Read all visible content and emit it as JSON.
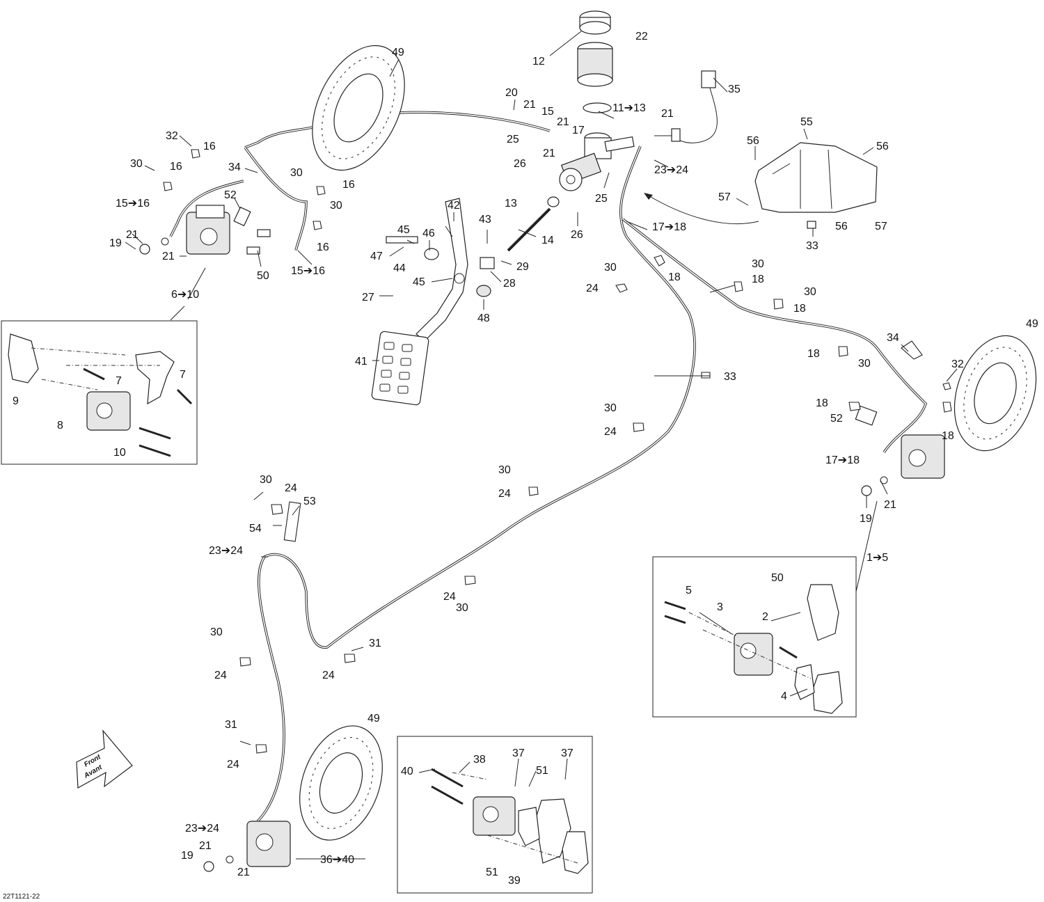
{
  "callouts": [
    {
      "id": "c49a",
      "text": "49"
    },
    {
      "id": "c12",
      "text": "12"
    },
    {
      "id": "c22",
      "text": "22"
    },
    {
      "id": "c20",
      "text": "20"
    },
    {
      "id": "c21a",
      "text": "21"
    },
    {
      "id": "c15a",
      "text": "15"
    },
    {
      "id": "c21b",
      "text": "21"
    },
    {
      "id": "c17a",
      "text": "17"
    },
    {
      "id": "c11_13",
      "text": "11➔13"
    },
    {
      "id": "c21c",
      "text": "21"
    },
    {
      "id": "c35",
      "text": "35"
    },
    {
      "id": "c25a",
      "text": "25"
    },
    {
      "id": "c21d",
      "text": "21"
    },
    {
      "id": "c26a",
      "text": "26"
    },
    {
      "id": "c25b",
      "text": "25"
    },
    {
      "id": "c23_24a",
      "text": "23➔24"
    },
    {
      "id": "c13",
      "text": "13"
    },
    {
      "id": "c26b",
      "text": "26"
    },
    {
      "id": "c42",
      "text": "42"
    },
    {
      "id": "c43",
      "text": "43"
    },
    {
      "id": "c14",
      "text": "14"
    },
    {
      "id": "c45a",
      "text": "45"
    },
    {
      "id": "c46",
      "text": "46"
    },
    {
      "id": "c47",
      "text": "47"
    },
    {
      "id": "c44",
      "text": "44"
    },
    {
      "id": "c45b",
      "text": "45"
    },
    {
      "id": "c29",
      "text": "29"
    },
    {
      "id": "c28",
      "text": "28"
    },
    {
      "id": "c27",
      "text": "27"
    },
    {
      "id": "c48",
      "text": "48"
    },
    {
      "id": "c41",
      "text": "41"
    },
    {
      "id": "c32a",
      "text": "32"
    },
    {
      "id": "c16a",
      "text": "16"
    },
    {
      "id": "c30a",
      "text": "30"
    },
    {
      "id": "c16b",
      "text": "16"
    },
    {
      "id": "c34a",
      "text": "34"
    },
    {
      "id": "c30b",
      "text": "30"
    },
    {
      "id": "c16c",
      "text": "16"
    },
    {
      "id": "c52a",
      "text": "52"
    },
    {
      "id": "c30c",
      "text": "30"
    },
    {
      "id": "c15_16a",
      "text": "15➔16"
    },
    {
      "id": "c16d",
      "text": "16"
    },
    {
      "id": "c21e",
      "text": "21"
    },
    {
      "id": "c19a",
      "text": "19"
    },
    {
      "id": "c21f",
      "text": "21"
    },
    {
      "id": "c50a",
      "text": "50"
    },
    {
      "id": "c15_16b",
      "text": "15➔16"
    },
    {
      "id": "c6_10",
      "text": "6➔10"
    },
    {
      "id": "c7a",
      "text": "7"
    },
    {
      "id": "c7b",
      "text": "7"
    },
    {
      "id": "c9",
      "text": "9"
    },
    {
      "id": "c8",
      "text": "8"
    },
    {
      "id": "c10",
      "text": "10"
    },
    {
      "id": "c55",
      "text": "55"
    },
    {
      "id": "c56a",
      "text": "56"
    },
    {
      "id": "c56b",
      "text": "56"
    },
    {
      "id": "c57a",
      "text": "57"
    },
    {
      "id": "c56c",
      "text": "56"
    },
    {
      "id": "c57b",
      "text": "57"
    },
    {
      "id": "c33a",
      "text": "33"
    },
    {
      "id": "c17_18a",
      "text": "17➔18"
    },
    {
      "id": "c30d",
      "text": "30"
    },
    {
      "id": "c18a",
      "text": "18"
    },
    {
      "id": "c24a",
      "text": "24"
    },
    {
      "id": "c30e",
      "text": "30"
    },
    {
      "id": "c18b",
      "text": "18"
    },
    {
      "id": "c30f",
      "text": "30"
    },
    {
      "id": "c18c",
      "text": "18"
    },
    {
      "id": "c33b",
      "text": "33"
    },
    {
      "id": "c34b",
      "text": "34"
    },
    {
      "id": "c49b",
      "text": "49"
    },
    {
      "id": "c18d",
      "text": "18"
    },
    {
      "id": "c30g",
      "text": "30"
    },
    {
      "id": "c32b",
      "text": "32"
    },
    {
      "id": "c18e",
      "text": "18"
    },
    {
      "id": "c52b",
      "text": "52"
    },
    {
      "id": "c18f",
      "text": "18"
    },
    {
      "id": "c17_18b",
      "text": "17➔18"
    },
    {
      "id": "c19b",
      "text": "19"
    },
    {
      "id": "c21g",
      "text": "21"
    },
    {
      "id": "c30h",
      "text": "30"
    },
    {
      "id": "c24b",
      "text": "24"
    },
    {
      "id": "c30i",
      "text": "30"
    },
    {
      "id": "c24c",
      "text": "24"
    },
    {
      "id": "c30j",
      "text": "30"
    },
    {
      "id": "c24d",
      "text": "24"
    },
    {
      "id": "c53",
      "text": "53"
    },
    {
      "id": "c54",
      "text": "54"
    },
    {
      "id": "c23_24b",
      "text": "23➔24"
    },
    {
      "id": "c1_5",
      "text": "1➔5"
    },
    {
      "id": "c50b",
      "text": "50"
    },
    {
      "id": "c5",
      "text": "5"
    },
    {
      "id": "c3",
      "text": "3"
    },
    {
      "id": "c2",
      "text": "2"
    },
    {
      "id": "c4",
      "text": "4"
    },
    {
      "id": "c24e",
      "text": "24"
    },
    {
      "id": "c30k",
      "text": "30"
    },
    {
      "id": "c30l",
      "text": "30"
    },
    {
      "id": "c31a",
      "text": "31"
    },
    {
      "id": "c24f",
      "text": "24"
    },
    {
      "id": "c24g",
      "text": "24"
    },
    {
      "id": "c31b",
      "text": "31"
    },
    {
      "id": "c24h",
      "text": "24"
    },
    {
      "id": "c49c",
      "text": "49"
    },
    {
      "id": "c40",
      "text": "40"
    },
    {
      "id": "c38",
      "text": "38"
    },
    {
      "id": "c37a",
      "text": "37"
    },
    {
      "id": "c51a",
      "text": "51"
    },
    {
      "id": "c37b",
      "text": "37"
    },
    {
      "id": "c23_24c",
      "text": "23➔24"
    },
    {
      "id": "c21h",
      "text": "21"
    },
    {
      "id": "c19c",
      "text": "19"
    },
    {
      "id": "c21i",
      "text": "21"
    },
    {
      "id": "c36_40",
      "text": "36➔40"
    },
    {
      "id": "c51b",
      "text": "51"
    },
    {
      "id": "c39",
      "text": "39"
    }
  ],
  "front_arrow": {
    "line1": "Front",
    "line2": "Avant"
  },
  "drawing_number": "22T1121-22"
}
